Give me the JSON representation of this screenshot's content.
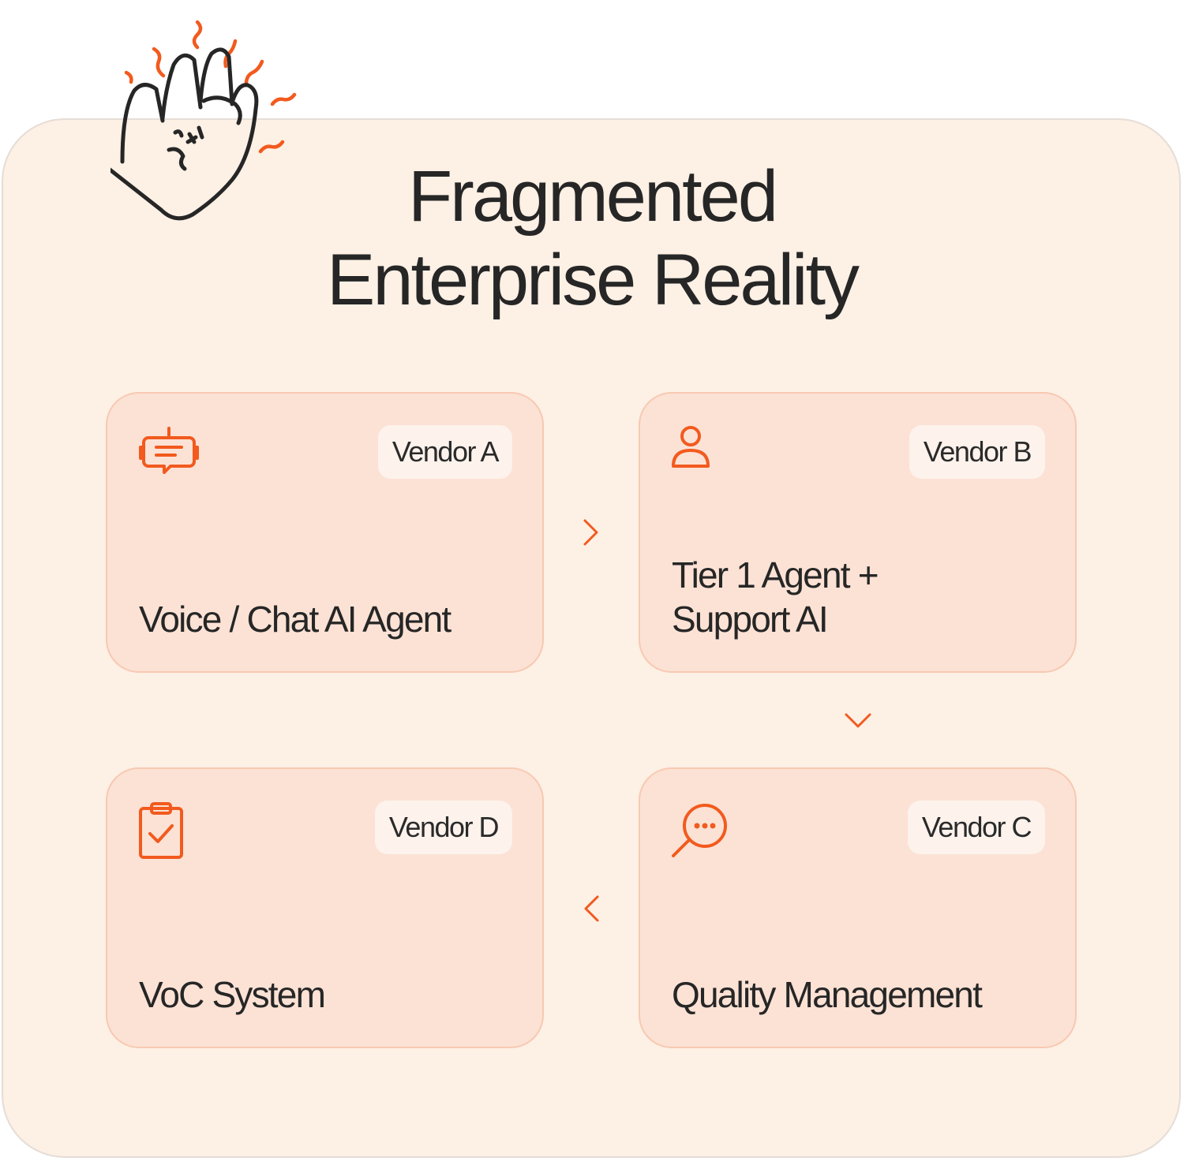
{
  "title": {
    "line1": "Fragmented",
    "line2": "Enterprise Reality"
  },
  "cards": {
    "a": {
      "badge": "Vendor A",
      "label": "Voice / Chat AI Agent",
      "icon": "chatbot-icon"
    },
    "b": {
      "badge": "Vendor B",
      "label_line1": "Tier 1 Agent +",
      "label_line2": "Support AI",
      "icon": "user-icon"
    },
    "c": {
      "badge": "Vendor C",
      "label": "Quality Management",
      "icon": "search-chat-icon"
    },
    "d": {
      "badge": "Vendor D",
      "label": "VoC System",
      "icon": "clipboard-check-icon"
    }
  },
  "colors": {
    "accent": "#f25a1e",
    "panel_bg": "#fdf0e5",
    "card_bg": "#fce2d5",
    "card_border": "#f7c9b2",
    "badge_bg": "#fdf2ec",
    "text": "#262626"
  }
}
